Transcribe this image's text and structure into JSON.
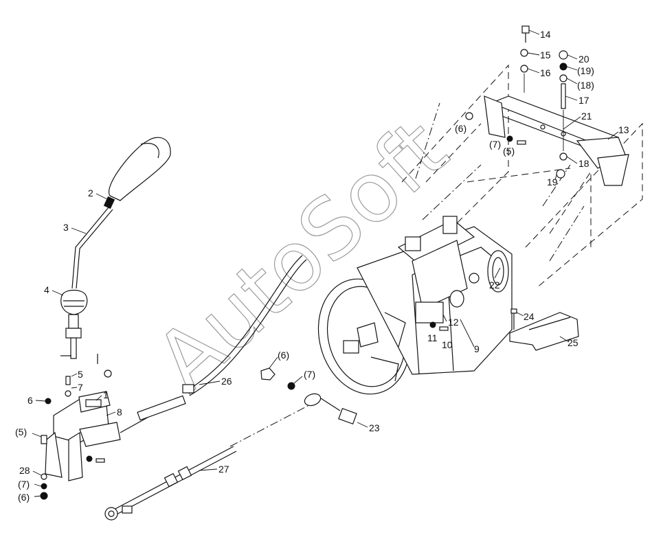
{
  "watermark": "AutoSoft",
  "labels": [
    {
      "id": "l14",
      "text": "14"
    },
    {
      "id": "l15",
      "text": "15"
    },
    {
      "id": "l16",
      "text": "16"
    },
    {
      "id": "l20",
      "text": "20"
    },
    {
      "id": "l19p",
      "text": "(19)"
    },
    {
      "id": "l18p",
      "text": "(18)"
    },
    {
      "id": "l17",
      "text": "17"
    },
    {
      "id": "l21",
      "text": "21"
    },
    {
      "id": "l13",
      "text": "13"
    },
    {
      "id": "l6a",
      "text": "(6)"
    },
    {
      "id": "l7a",
      "text": "(7)"
    },
    {
      "id": "l5a",
      "text": "(5)"
    },
    {
      "id": "l18",
      "text": "18"
    },
    {
      "id": "l19",
      "text": "19"
    },
    {
      "id": "l2",
      "text": "2"
    },
    {
      "id": "l3",
      "text": "3"
    },
    {
      "id": "l4",
      "text": "4"
    },
    {
      "id": "l22",
      "text": "22"
    },
    {
      "id": "l24",
      "text": "24"
    },
    {
      "id": "l12",
      "text": "12"
    },
    {
      "id": "l11",
      "text": "11"
    },
    {
      "id": "l10",
      "text": "10"
    },
    {
      "id": "l9",
      "text": "9"
    },
    {
      "id": "l25",
      "text": "25"
    },
    {
      "id": "l5",
      "text": "5"
    },
    {
      "id": "l7",
      "text": "7"
    },
    {
      "id": "l6",
      "text": "6"
    },
    {
      "id": "l1",
      "text": "1"
    },
    {
      "id": "l8",
      "text": "8"
    },
    {
      "id": "l6b",
      "text": "(6)"
    },
    {
      "id": "l7b",
      "text": "(7)"
    },
    {
      "id": "l26",
      "text": "26"
    },
    {
      "id": "l23",
      "text": "23"
    },
    {
      "id": "l5b",
      "text": "(5)"
    },
    {
      "id": "l28",
      "text": "28"
    },
    {
      "id": "l7c",
      "text": "(7)"
    },
    {
      "id": "l6c",
      "text": "(6)"
    },
    {
      "id": "l27",
      "text": "27"
    }
  ]
}
